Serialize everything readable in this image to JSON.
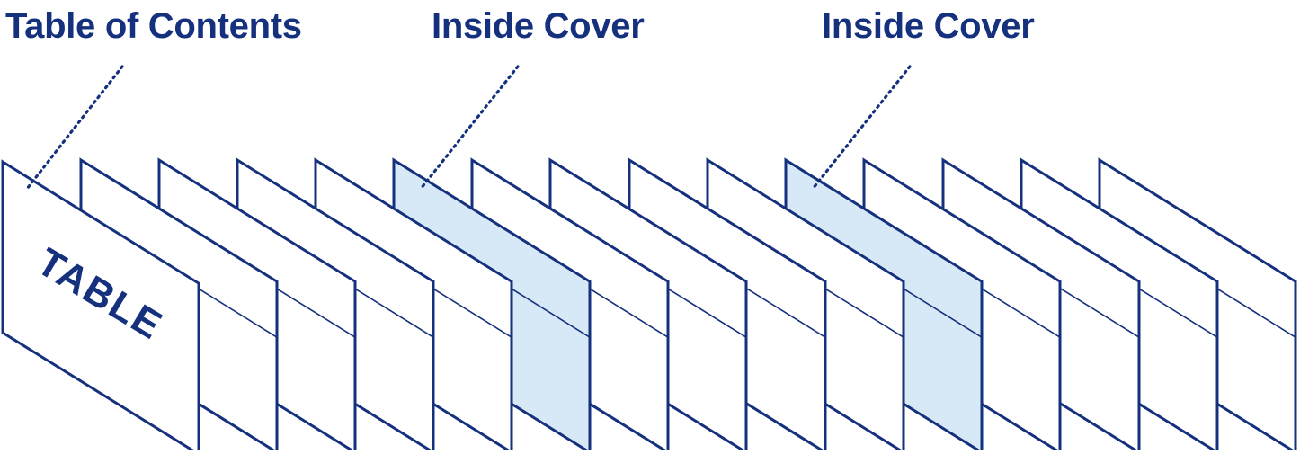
{
  "colors": {
    "stroke": "#15317e",
    "highlight": "#d7e8f6",
    "page_fill": "#ffffff",
    "text": "#15317e"
  },
  "captions": [
    {
      "text": "Table of Contents",
      "points_to_page": 0
    },
    {
      "text": "Inside Cover",
      "points_to_page": 5
    },
    {
      "text": "Inside Cover",
      "points_to_page": 10
    }
  ],
  "pages": [
    {
      "kind": "table",
      "label": "TABLE",
      "highlighted": false
    },
    {
      "kind": "blank",
      "highlighted": false
    },
    {
      "kind": "blank",
      "highlighted": false
    },
    {
      "kind": "blank",
      "highlighted": false
    },
    {
      "kind": "blank",
      "highlighted": false
    },
    {
      "kind": "blank",
      "highlighted": true
    },
    {
      "kind": "blank",
      "highlighted": false
    },
    {
      "kind": "blank",
      "highlighted": false
    },
    {
      "kind": "blank",
      "highlighted": false
    },
    {
      "kind": "blank",
      "highlighted": false
    },
    {
      "kind": "blank",
      "highlighted": true
    },
    {
      "kind": "blank",
      "highlighted": false
    },
    {
      "kind": "blank",
      "highlighted": false
    },
    {
      "kind": "blank",
      "highlighted": false
    },
    {
      "kind": "blank",
      "highlighted": false
    }
  ]
}
